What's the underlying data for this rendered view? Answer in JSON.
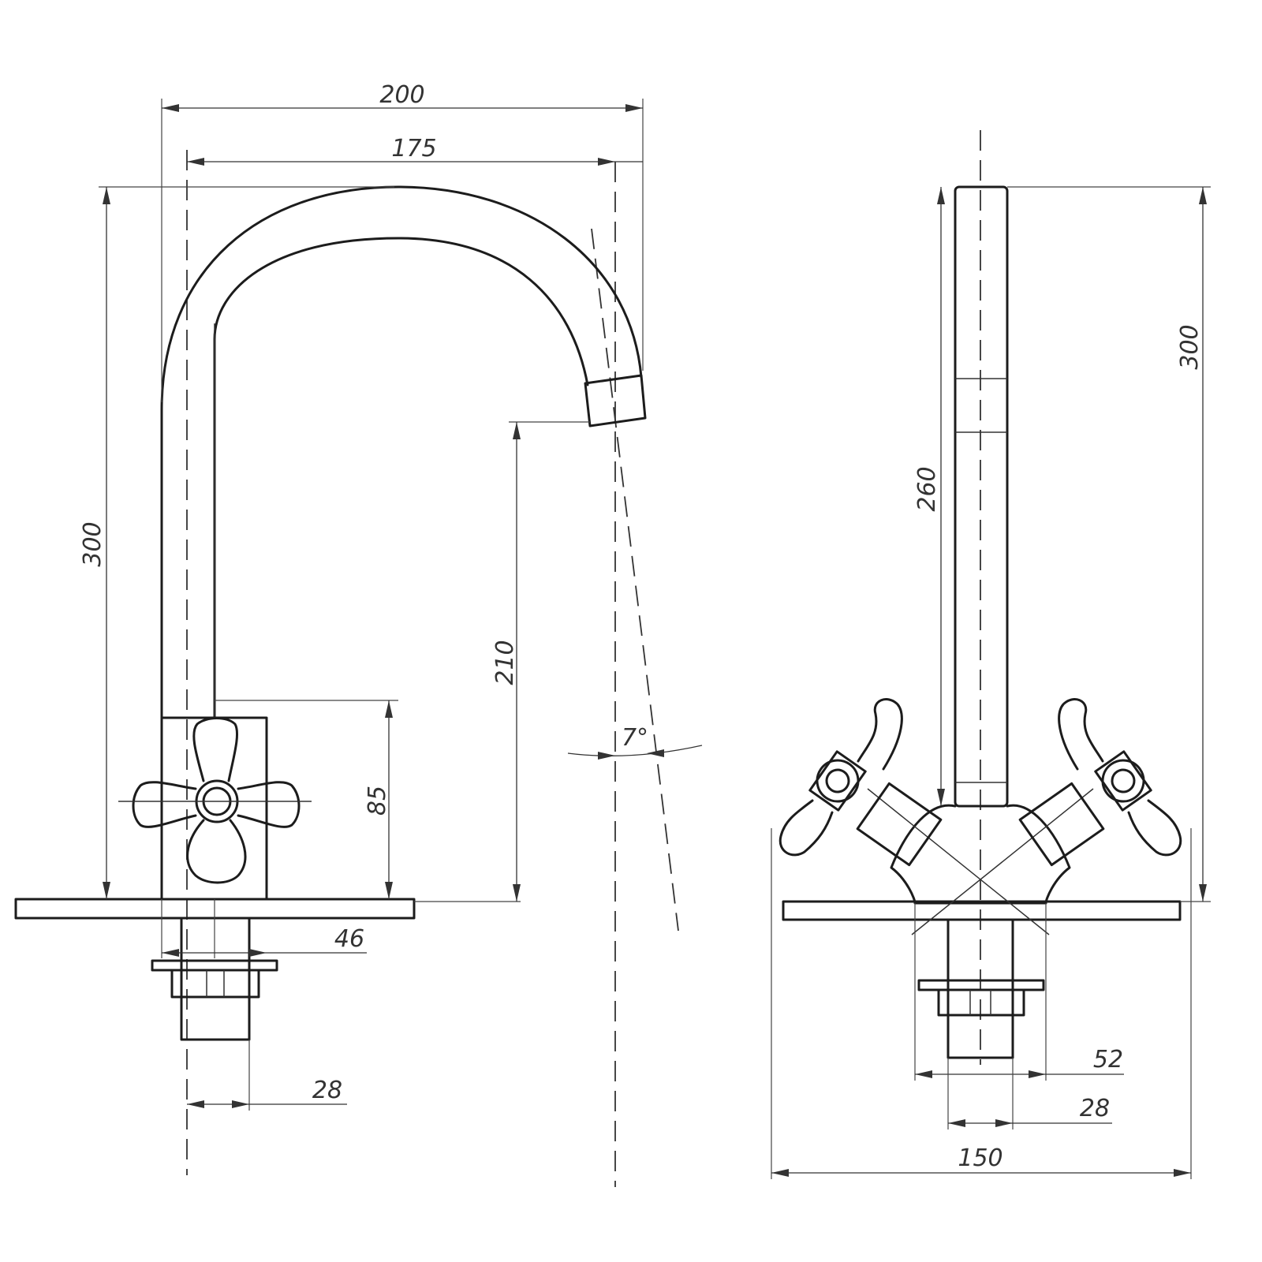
{
  "drawing": {
    "views": [
      "side-view",
      "front-view"
    ]
  },
  "dimensions": {
    "side": {
      "overall_reach": "200",
      "spout_reach": "175",
      "overall_height": "300",
      "spout_outlet_height": "210",
      "handle_axis_height": "85",
      "body_width": "46",
      "shank_diameter": "28",
      "spout_tilt_angle": "7°"
    },
    "front": {
      "spout_height": "260",
      "overall_height": "300",
      "base_width": "52",
      "shank_diameter": "28",
      "overall_width": "150"
    }
  }
}
